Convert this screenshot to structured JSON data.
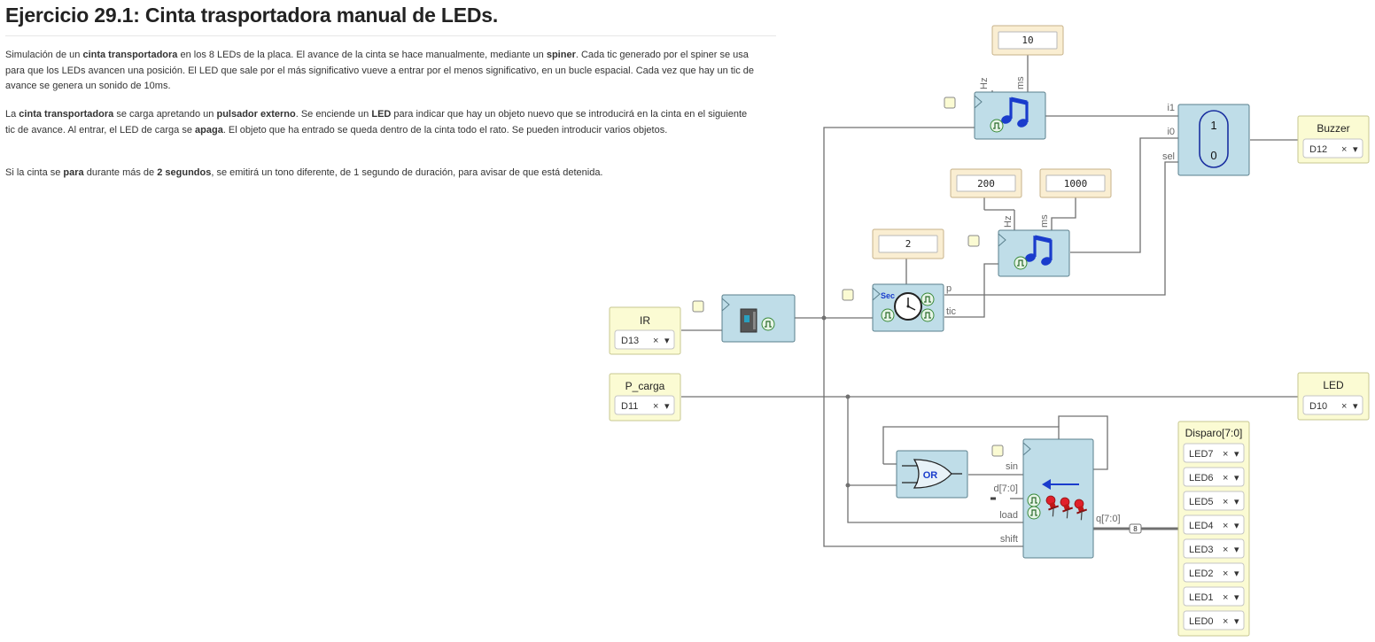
{
  "title": "Ejercicio 29.1: Cinta trasportadora manual de LEDs.",
  "description": {
    "p1": [
      {
        "t": "Simulación de un "
      },
      {
        "t": "cinta transportadora",
        "b": true
      },
      {
        "t": " en los 8 LEDs de la placa. El avance de la cinta se hace manualmente, mediante un "
      },
      {
        "t": "spiner",
        "b": true
      },
      {
        "t": ". Cada tic generado por el spiner se usa para que los LEDs avancen una posición. El LED que sale por el más significativo vueve a entrar por el menos significativo, en un bucle espacial. Cada vez que hay un tic de avance se genera un sonido de 10ms."
      }
    ],
    "p2": [
      {
        "t": "La "
      },
      {
        "t": "cinta transportadora",
        "b": true
      },
      {
        "t": " se carga apretando un "
      },
      {
        "t": "pulsador externo",
        "b": true
      },
      {
        "t": ". Se enciende un "
      },
      {
        "t": "LED",
        "b": true
      },
      {
        "t": " para indicar que hay un objeto nuevo que se introducirá en la cinta en el siguiente"
      },
      {
        "br": true
      },
      {
        "t": "tic de avance. Al entrar, el LED de carga se "
      },
      {
        "t": "apaga",
        "b": true
      },
      {
        "t": ". El objeto que ha entrado se queda dentro de la cinta todo el rato. Se pueden introducir varios objetos."
      }
    ],
    "p3": [
      {
        "t": "Si la cinta se "
      },
      {
        "t": "para",
        "b": true
      },
      {
        "t": " durante más de "
      },
      {
        "t": "2 segundos",
        "b": true
      },
      {
        "t": ", se emitirá un tono diferente, de 1 segundo de duración, para avisar de que está detenida."
      }
    ]
  },
  "constants": {
    "tone1_hz": "10",
    "tone2_hz": "200",
    "tone2_ms": "1000",
    "timer_sec": "2"
  },
  "ports": {
    "hz": "Hz",
    "ms": "ms",
    "i1": "i1",
    "i0": "i0",
    "sel": "sel",
    "p": "p",
    "tic": "tic",
    "sin": "sin",
    "d": "d[7:0]",
    "load": "load",
    "shift": "shift",
    "q": "q[7:0]",
    "bus_width": "8",
    "sec": "Sec"
  },
  "mux": {
    "one": "1",
    "zero": "0"
  },
  "or_gate": {
    "label": "OR"
  },
  "inputs": [
    {
      "name": "IR",
      "pin": "D13"
    },
    {
      "name": "P_carga",
      "pin": "D11"
    }
  ],
  "outputs": [
    {
      "name": "Buzzer",
      "pin": "D12"
    },
    {
      "name": "LED",
      "pin": "D10"
    }
  ],
  "disparo": {
    "title": "Disparo[7:0]",
    "leds": [
      "LED7",
      "LED6",
      "LED5",
      "LED4",
      "LED3",
      "LED2",
      "LED1",
      "LED0"
    ]
  },
  "select_clear": "×",
  "select_caret": "▾",
  "colors": {
    "block_fill": "#bfdde8",
    "io_fill": "#fbfbd3",
    "const_fill": "#faeed2",
    "note_blue": "#1a3ccc",
    "pin_red": "#e0202a",
    "wire": "#707070"
  }
}
